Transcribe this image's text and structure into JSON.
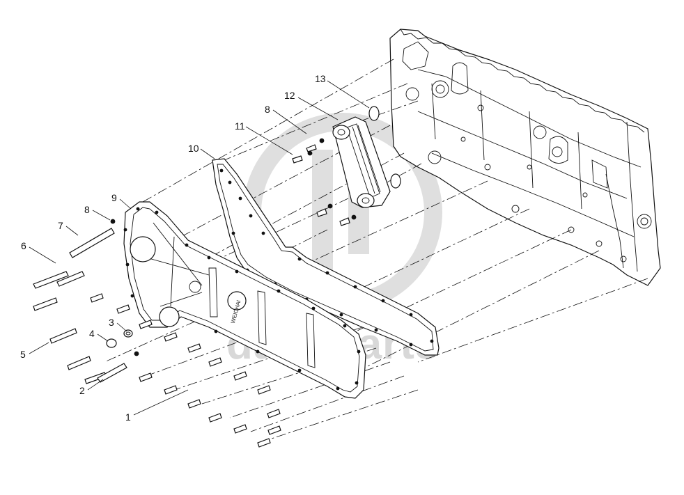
{
  "watermark": {
    "text": "data parts"
  },
  "logo": {
    "text": "WEICHAI"
  },
  "callouts": [
    "1",
    "2",
    "3",
    "4",
    "5",
    "6",
    "7",
    "8",
    "9",
    "10",
    "11",
    "12",
    "13",
    "8"
  ],
  "colors": {
    "line": "#111111",
    "watermark": "#d4d4d4",
    "background": "#ffffff"
  }
}
